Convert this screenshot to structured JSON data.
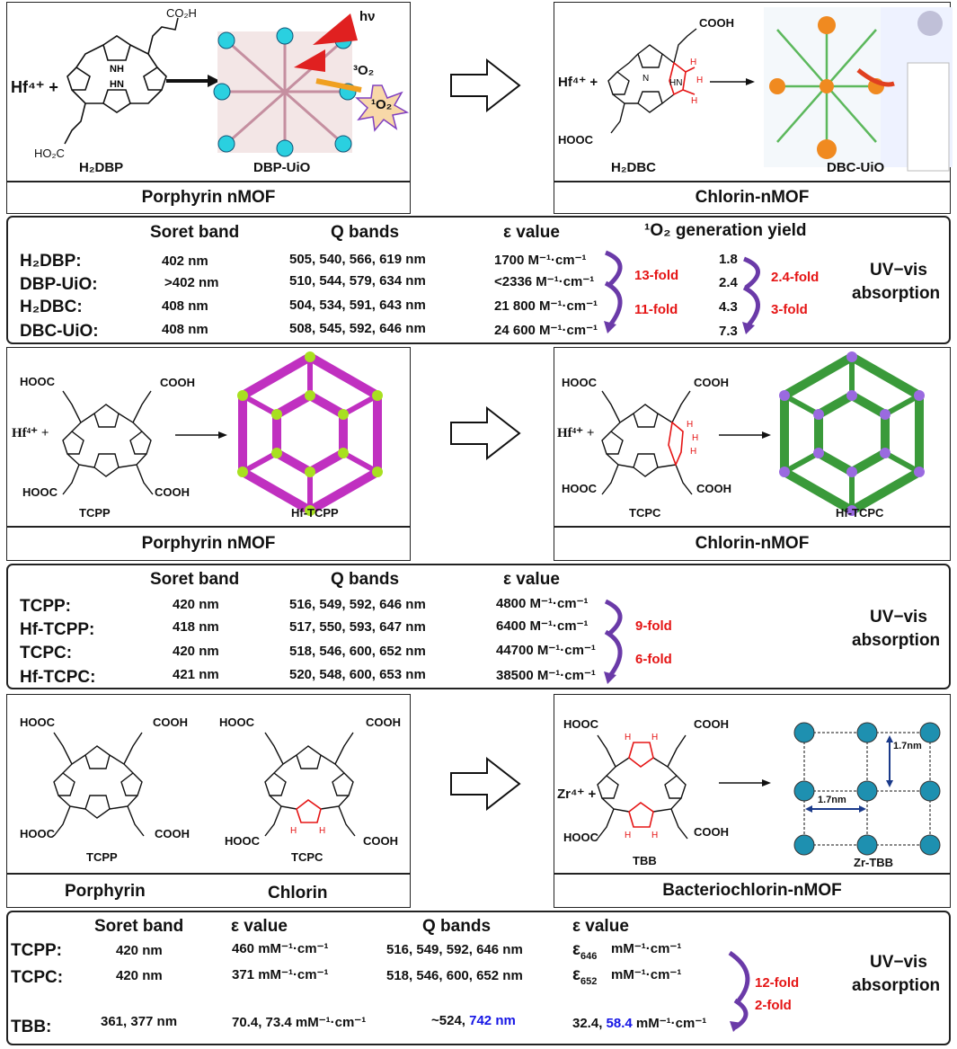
{
  "section1": {
    "left": {
      "metal": "Hf⁴⁺ +",
      "ligand_label": "H₂DBP",
      "mof_label": "DBP-UiO",
      "caption": "Porphyrin nMOF",
      "co2h_top": "CO₂H",
      "co2h_bottom": "HO₂C",
      "hv": "hν",
      "o2_triplet": "³O₂",
      "o2_singlet": "¹O₂"
    },
    "right": {
      "metal": "Hf⁴⁺ +",
      "ligand_label": "H₂DBC",
      "mof_label": "DBC-UiO",
      "caption": "Chlorin-nMOF",
      "cooh": "COOH",
      "hooc": "HOOC"
    },
    "table": {
      "headers": [
        "Soret band",
        "Q bands",
        "ε value",
        "¹O₂ generation yield"
      ],
      "rows": [
        {
          "name": "H₂DBP:",
          "soret": "402 nm",
          "q": "505, 540, 566, 619 nm",
          "eps": "1700 M⁻¹·cm⁻¹",
          "yield": "1.8"
        },
        {
          "name": "DBP-UiO:",
          "soret": ">402 nm",
          "q": "510, 544, 579, 634 nm",
          "eps": "<2336 M⁻¹·cm⁻¹",
          "yield": "2.4"
        },
        {
          "name": "H₂DBC:",
          "soret": "408 nm",
          "q": "504, 534, 591, 643 nm",
          "eps": "21 800 M⁻¹·cm⁻¹",
          "yield": "4.3"
        },
        {
          "name": "DBC-UiO:",
          "soret": "408 nm",
          "q": "508, 545, 592, 646 nm",
          "eps": "24 600 M⁻¹·cm⁻¹",
          "yield": "7.3"
        }
      ],
      "fold_eps": [
        "13-fold",
        "11-fold"
      ],
      "fold_yield": [
        "2.4-fold",
        "3-fold"
      ],
      "side": [
        "UV−vis",
        "absorption"
      ]
    }
  },
  "section2": {
    "left": {
      "metal": "Hf⁴⁺ +",
      "ligand_label": "TCPP",
      "mof_label": "Hf-TCPP",
      "caption": "Porphyrin nMOF",
      "cooh": "COOH",
      "hooc": "HOOC"
    },
    "right": {
      "metal": "Hf⁴⁺ +",
      "ligand_label": "TCPC",
      "mof_label": "Hf-TCPC",
      "caption": "Chlorin-nMOF",
      "cooh": "COOH",
      "hooc": "HOOC"
    },
    "table": {
      "headers": [
        "Soret band",
        "Q bands",
        "ε value"
      ],
      "rows": [
        {
          "name": "TCPP:",
          "soret": "420 nm",
          "q": "516, 549, 592, 646 nm",
          "eps": "4800 M⁻¹·cm⁻¹"
        },
        {
          "name": "Hf-TCPP:",
          "soret": "418 nm",
          "q": "517, 550, 593, 647 nm",
          "eps": "6400 M⁻¹·cm⁻¹"
        },
        {
          "name": "TCPC:",
          "soret": "420 nm",
          "q": "518, 546, 600, 652 nm",
          "eps": "44700 M⁻¹·cm⁻¹"
        },
        {
          "name": "Hf-TCPC:",
          "soret": "421 nm",
          "q": "520, 548, 600, 653 nm",
          "eps": "38500 M⁻¹·cm⁻¹"
        }
      ],
      "fold_eps": [
        "9-fold",
        "6-fold"
      ],
      "side": [
        "UV−vis",
        "absorption"
      ]
    }
  },
  "section3": {
    "left": {
      "label_a": "TCPP",
      "label_b": "TCPC",
      "caption_a": "Porphyrin",
      "caption_b": "Chlorin",
      "cooh": "COOH",
      "hooc": "HOOC"
    },
    "right": {
      "metal": "Zr⁴⁺ +",
      "ligand_label": "TBB",
      "mof_label": "Zr-TBB",
      "caption": "Bacteriochlorin-nMOF",
      "dist1": "1.7nm",
      "dist2": "1.7nm",
      "cooh": "COOH",
      "hooc": "HOOC"
    },
    "table": {
      "headers": [
        "Soret band",
        "ε value",
        "Q bands",
        "ε value"
      ],
      "rows": [
        {
          "name": "TCPP:",
          "soret": "420 nm",
          "eps1": "460 mM⁻¹·cm⁻¹",
          "q": "516, 549, 592, 646 nm",
          "eps2_sym": "ε",
          "eps2_sub": "646",
          "eps2_unit": "mM⁻¹·cm⁻¹"
        },
        {
          "name": "TCPC:",
          "soret": "420 nm",
          "eps1": "371 mM⁻¹·cm⁻¹",
          "q": "518, 546, 600, 652 nm",
          "eps2_sym": "ε",
          "eps2_sub": "652",
          "eps2_unit": "mM⁻¹·cm⁻¹"
        },
        {
          "name": "TBB:",
          "soret": "361, 377 nm",
          "eps1": "70.4, 73.4 mM⁻¹·cm⁻¹",
          "q_prefix": "~524, ",
          "q_blue": "742 nm",
          "eps2_prefix": "32.4, ",
          "eps2_blue": "58.4",
          "eps2_unit": " mM⁻¹·cm⁻¹"
        }
      ],
      "fold": [
        "12-fold",
        "2-fold"
      ],
      "side": [
        "UV−vis",
        "absorption"
      ]
    }
  }
}
